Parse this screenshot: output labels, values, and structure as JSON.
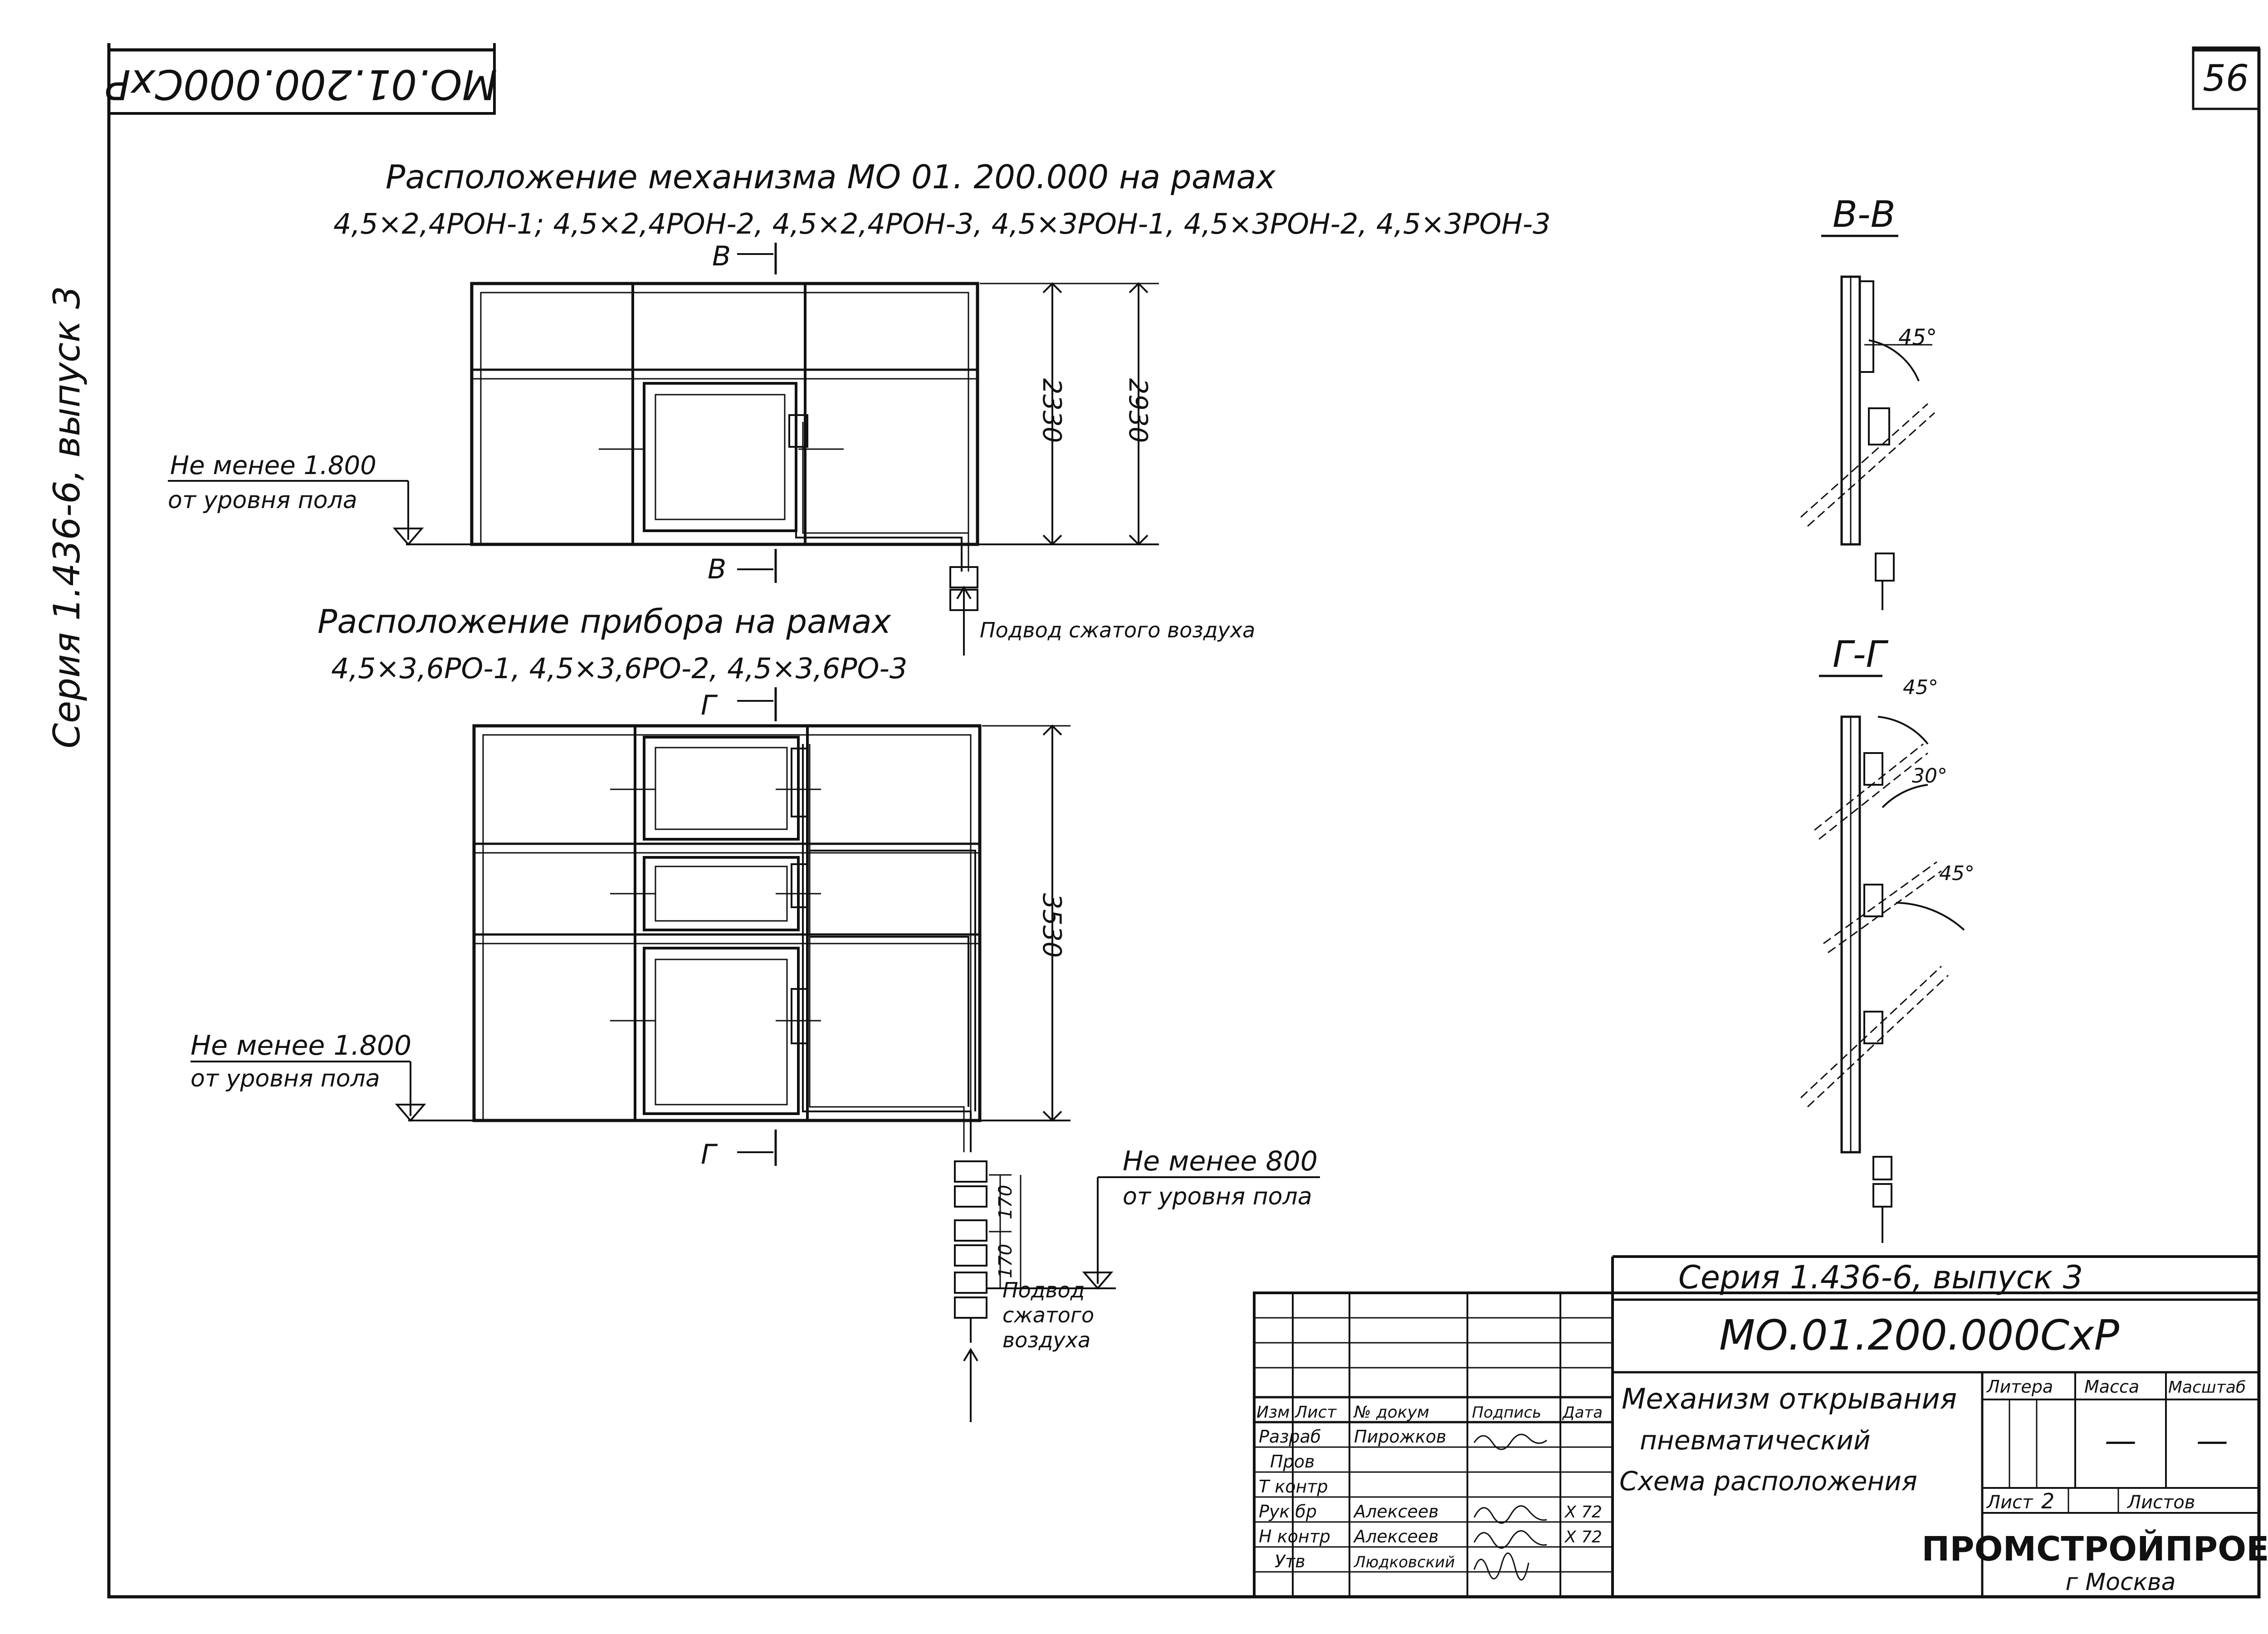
{
  "sheet": {
    "page_number": "56",
    "corner_stamp": "МО.01.200.000СхР",
    "side_label": "Серия 1.436-6, выпуск 3"
  },
  "section_top": {
    "title": "Расположение механизма МО 01. 200.000 на рамах",
    "frames": "4,5×2,4РОН-1; 4,5×2,4РОН-2, 4,5×2,4РОН-3, 4,5×3РОН-1, 4,5×3РОН-2, 4,5×3РОН-3",
    "cut_mark": "В",
    "dim_inner": "2330",
    "dim_outer": "2930",
    "level_note_1": "Не менее 1.800",
    "level_note_2": "от уровня пола",
    "air_supply": "Подвод сжатого воздуха"
  },
  "section_bottom": {
    "title": "Расположение прибора на рамах",
    "frames": "4,5×3,6РО-1, 4,5×3,6РО-2, 4,5×3,6РО-3",
    "cut_mark": "Г",
    "dim_height": "3530",
    "level_note_1": "Не менее 1.800",
    "level_note_2": "от уровня пола",
    "dim_small_1": "170",
    "dim_small_2": "170",
    "level2_note_1": "Не менее 800",
    "level2_note_2": "от уровня пола",
    "air_supply_1": "Подвод",
    "air_supply_2": "сжатого",
    "air_supply_3": "воздуха"
  },
  "section_views": {
    "bb_label": "В-В",
    "bb_angle": "45°",
    "gg_label": "Г-Г",
    "gg_angle_1": "45°",
    "gg_angle_2": "30°",
    "gg_angle_3": "45°"
  },
  "title_block": {
    "series": "Серия 1.436-6, выпуск 3",
    "doc_number": "МО.01.200.000СхР",
    "name_1": "Механизм открывания",
    "name_2": "пневматический",
    "name_3": "Схема расположения",
    "col_litera": "Литера",
    "col_massa": "Масса",
    "col_masshtab": "Масштаб",
    "massa_value": "—",
    "masshtab_value": "—",
    "sheet_label": "Лист",
    "sheet_value": "2",
    "sheets_label": "Листов",
    "org": "ПРОМСТРОЙПРОЕКТ",
    "city": "г Москва",
    "headers": [
      "Изм",
      "Лист",
      "№ докум",
      "Подпись",
      "Дата"
    ],
    "roles": [
      "Разраб",
      "Пров",
      "Т контр",
      "Рук бр",
      "Н контр",
      "Утв"
    ],
    "names": [
      "Пирожков",
      "",
      "",
      "Алексеев",
      "Алексеев",
      "Людковский"
    ],
    "dates": [
      "",
      "",
      "",
      "X 72",
      "X 72",
      ""
    ]
  }
}
